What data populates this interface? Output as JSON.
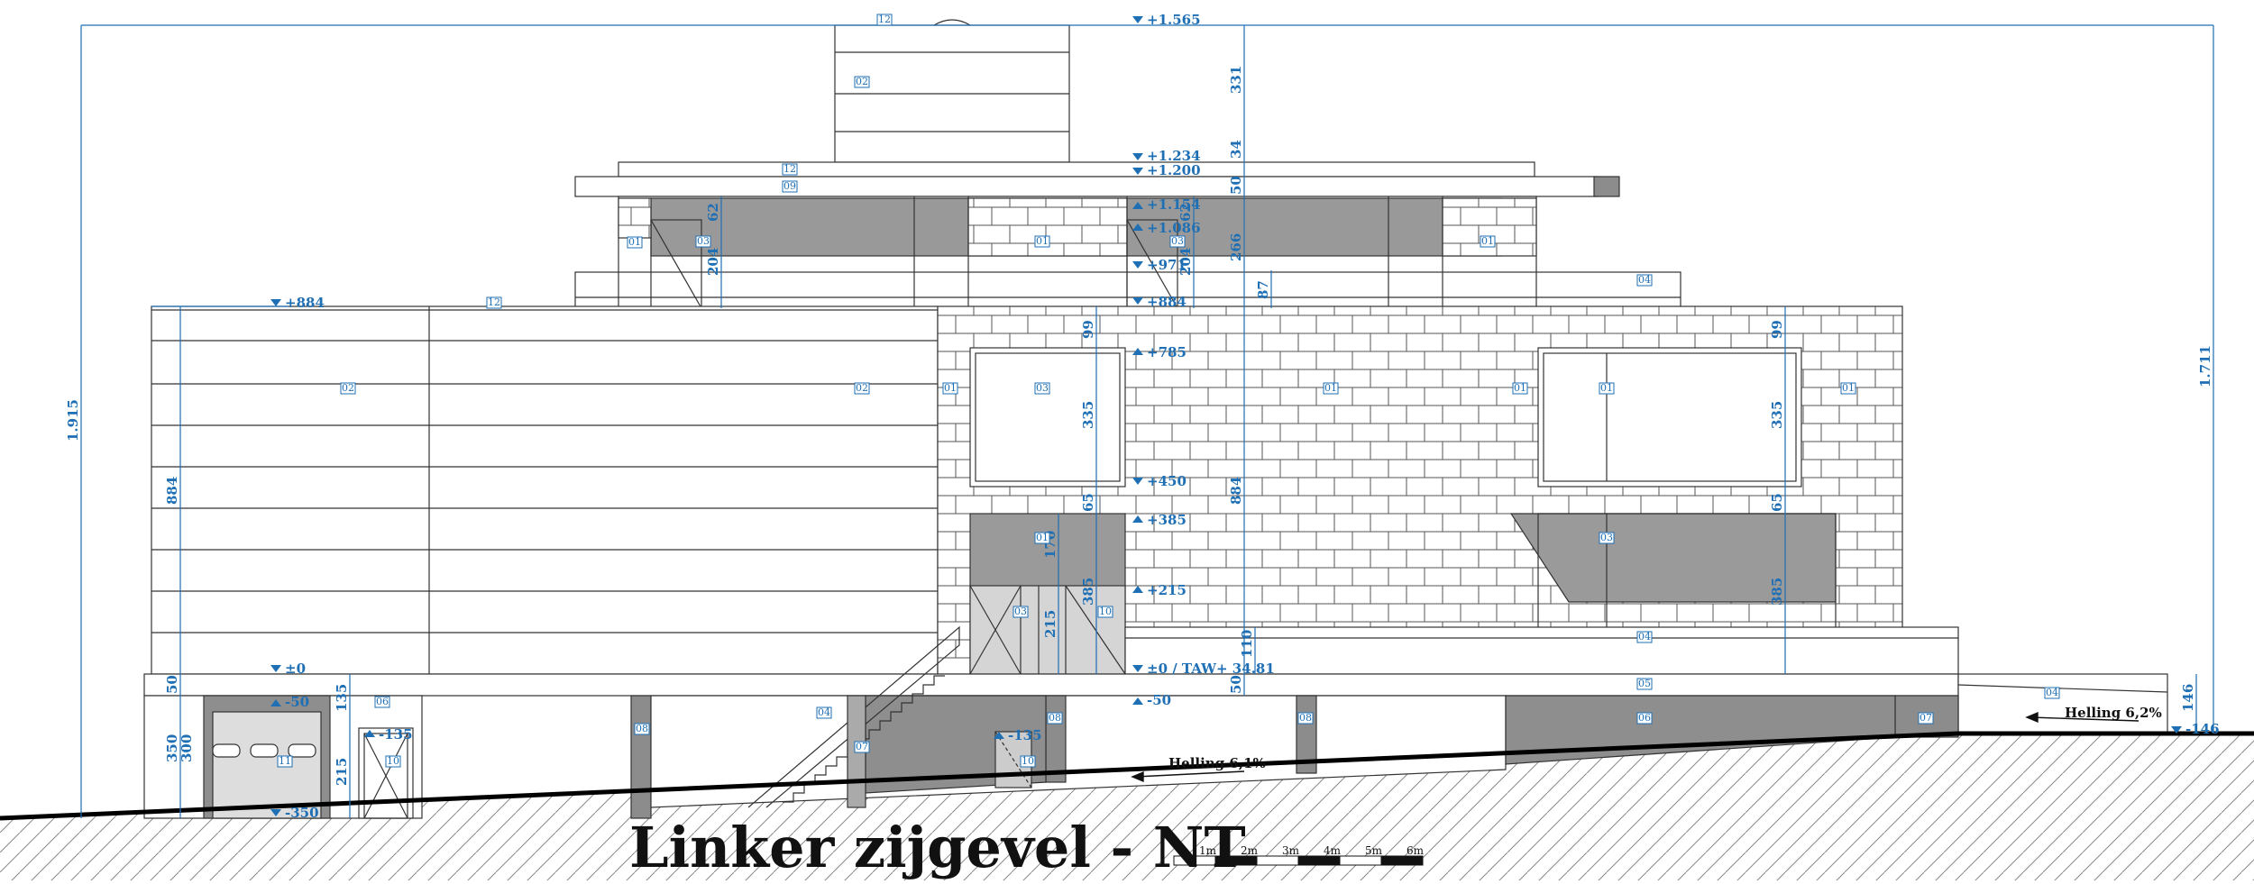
{
  "drawing": {
    "title": "Linker zijgevel - NT",
    "scale_labels": [
      "1m",
      "2m",
      "3m",
      "4m",
      "5m",
      "6m"
    ]
  },
  "levels": {
    "l1565": "+1.565",
    "l1234": "+1.234",
    "l1200": "+1.200",
    "l1154": "+1.154",
    "l1086": "+1.086",
    "l971": "+971",
    "l884a": "+884",
    "l884b": "+884",
    "l785": "+785",
    "l450": "+450",
    "l385": "+385",
    "l215": "+215",
    "l0taw": "±0 / TAW+ 34.81",
    "lm50b": "-50",
    "l0": "±0",
    "lm50a": "-50",
    "lm135a": "-135",
    "lm135b": "-135",
    "lm350": "-350",
    "lm146": "-146"
  },
  "dims": {
    "d1915": "1.915",
    "d1711": "1.711",
    "d331": "331",
    "d34": "34",
    "d50t": "50",
    "d266": "266",
    "d87": "87",
    "d62a": "62",
    "d204a": "204",
    "d62b": "62",
    "d204b": "204",
    "d884l": "884",
    "d884c": "884",
    "d99a": "99",
    "d335a": "335",
    "d65a": "65",
    "d170": "170",
    "d385a": "385",
    "d215a": "215",
    "d99b": "99",
    "d335b": "335",
    "d65b": "65",
    "d385b": "385",
    "d110": "110",
    "d50c": "50",
    "d50l": "50",
    "d350": "350",
    "d300": "300",
    "d135": "135",
    "d215b": "215",
    "d146": "146"
  },
  "tags": {
    "t12a": "12",
    "t02a": "02",
    "t12b": "12",
    "t09": "09",
    "t01a": "01",
    "t03a": "03",
    "t01b": "01",
    "t03b": "03",
    "t01c": "01",
    "t04a": "04",
    "t12c": "12",
    "t02b": "02",
    "t02c": "02",
    "t01d": "01",
    "t03c": "03",
    "t01e": "01",
    "t01f": "01",
    "t01g": "01",
    "t01h": "01",
    "t01i": "01",
    "t03d": "03",
    "t03e": "03",
    "t10a": "10",
    "t04b": "04",
    "t05": "05",
    "t06a": "06",
    "t11": "11",
    "t10b": "10",
    "t08a": "08",
    "t04c": "04",
    "t07a": "07",
    "t10c": "10",
    "t08b": "08",
    "t08c": "08",
    "t06b": "06",
    "t07b": "07",
    "t04d": "04"
  },
  "slopes": {
    "s1": "Helling 6,1%",
    "s2": "Helling 6,2%"
  }
}
